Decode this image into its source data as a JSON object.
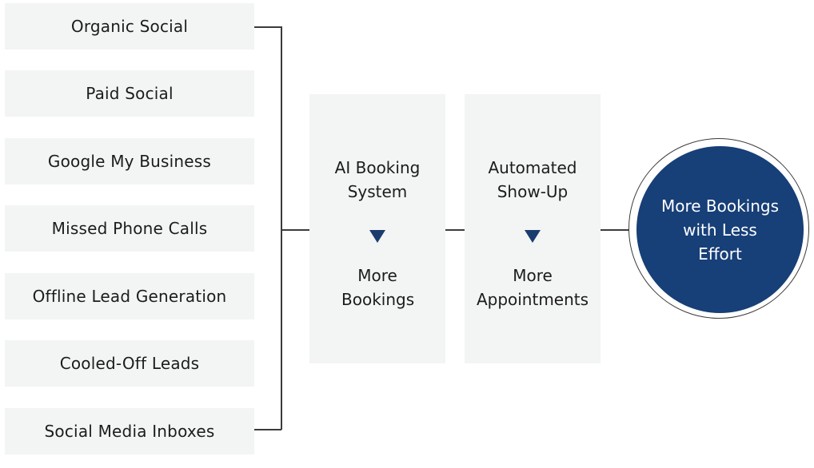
{
  "sources": [
    "Organic Social",
    "Paid Social",
    "Google My Business",
    "Missed Phone Calls",
    "Offline Lead Generation",
    "Cooled-Off Leads",
    "Social Media Inboxes"
  ],
  "stages": [
    {
      "top": "AI Booking System",
      "bottom": "More Bookings"
    },
    {
      "top": "Automated Show-Up",
      "bottom": "More Appointments"
    }
  ],
  "outcome": "More Bookings with Less Effort",
  "colors": {
    "box_fill": "#f3f4f4",
    "accent_navy": "#173f78",
    "arrow": "#1b3d6e",
    "line": "#3b3b3b"
  },
  "icons": {
    "stage_arrow": "down-triangle-icon"
  }
}
